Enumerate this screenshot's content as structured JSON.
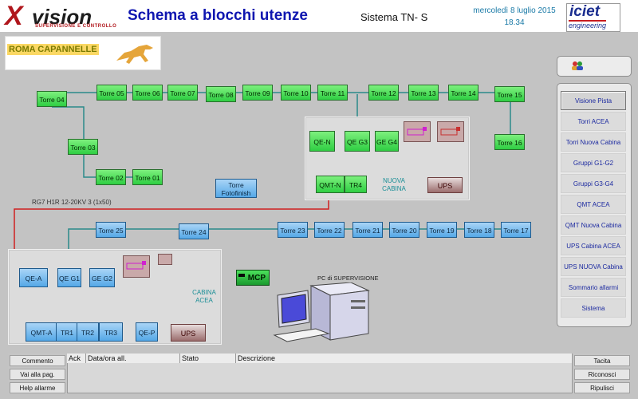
{
  "header": {
    "logo_x": "X",
    "logo_vision": "vision",
    "logo_sub": "SUPERVISIONE E CONTROLLO",
    "title": "Schema a blocchi utenze",
    "system": "Sistema TN- S",
    "date": "mercoledì 8 luglio 2015",
    "time": "18.34",
    "brand_main": "iciet",
    "brand_sub": "engineering"
  },
  "client": {
    "name": "ROMA CAPANNELLE"
  },
  "towers": {
    "t04": "Torre 04",
    "t05": "Torre 05",
    "t06": "Torre 06",
    "t07": "Torre 07",
    "t08": "Torre 08",
    "t09": "Torre 09",
    "t10": "Torre 10",
    "t11": "Torre 11",
    "t12": "Torre 12",
    "t13": "Torre 13",
    "t14": "Torre 14",
    "t15": "Torre 15",
    "t16": "Torre 16",
    "t03": "Torre 03",
    "t02": "Torre 02",
    "t01": "Torre 01",
    "t25": "Torre 25",
    "t24": "Torre 24",
    "t23": "Torre 23",
    "t22": "Torre 22",
    "t21": "Torre 21",
    "t20": "Torre 20",
    "t19": "Torre 19",
    "t18": "Torre 18",
    "t17": "Torre 17",
    "fotofinish_line1": "Torre",
    "fotofinish_line2": "Fotofinish"
  },
  "nuova_cabina": {
    "qe_n": "QE-N",
    "qe_g3": "QE G3",
    "ge_g4": "GE G4",
    "qmt_n": "QMT-N",
    "tr4": "TR4",
    "label_line1": "NUOVA",
    "label_line2": "CABINA",
    "ups": "UPS"
  },
  "cabina_acea": {
    "qe_a": "QE-A",
    "qe_g1": "QE G1",
    "ge_g2": "GE G2",
    "qmt_a": "QMT-A",
    "tr1": "TR1",
    "tr2": "TR2",
    "tr3": "TR3",
    "qe_p": "QE-P",
    "ups": "UPS",
    "label_line1": "CABINA",
    "label_line2": "ACEA"
  },
  "cable_label": "RG7 H1R 12-20KV 3 (1x50)",
  "mcp": "MCP",
  "pc_label": "PC di SUPERVISIONE",
  "sidebar": {
    "items": [
      {
        "label": "Visione Pista"
      },
      {
        "label": "Torri ACEA"
      },
      {
        "label": "Torri Nuova Cabina"
      },
      {
        "label": "Gruppi G1-G2"
      },
      {
        "label": "Gruppi G3-G4"
      },
      {
        "label": "QMT ACEA"
      },
      {
        "label": "QMT Nuova Cabina"
      },
      {
        "label": "UPS Cabina ACEA"
      },
      {
        "label": "UPS NUOVA Cabina"
      },
      {
        "label": "Sommario allarmi"
      },
      {
        "label": "Sistema"
      }
    ]
  },
  "footer": {
    "left_buttons": [
      "Commento",
      "Vai alla pag.",
      "Help allarme"
    ],
    "columns": [
      "Ack",
      "Data/ora all.",
      "Stato",
      "Descrizione"
    ],
    "right_buttons": [
      "Tacita",
      "Riconosci",
      "Ripulisci"
    ]
  },
  "colors": {
    "title_blue": "#0f16b0",
    "node_green": "#2fce43",
    "node_blue": "#55a8e7",
    "cable_red": "#d02020",
    "line_teal": "#2a8a8a",
    "background": "#c3c3c3"
  }
}
